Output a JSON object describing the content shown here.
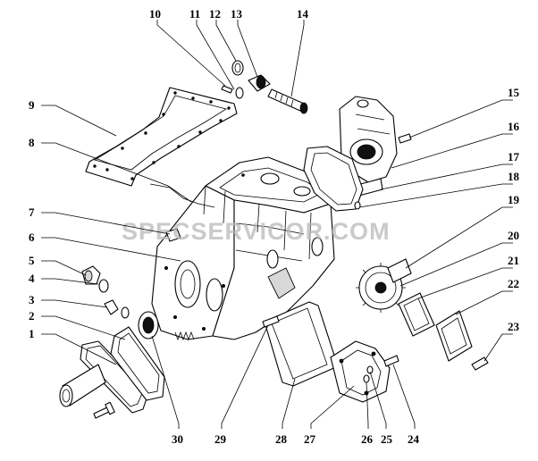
{
  "callouts": [
    "1",
    "2",
    "3",
    "4",
    "5",
    "6",
    "7",
    "8",
    "9",
    "10",
    "11",
    "12",
    "13",
    "14",
    "15",
    "16",
    "17",
    "18",
    "19",
    "20",
    "21",
    "22",
    "23",
    "24",
    "25",
    "26",
    "27",
    "28",
    "29",
    "30"
  ],
  "watermark": "SPECSERVICOR.COM"
}
